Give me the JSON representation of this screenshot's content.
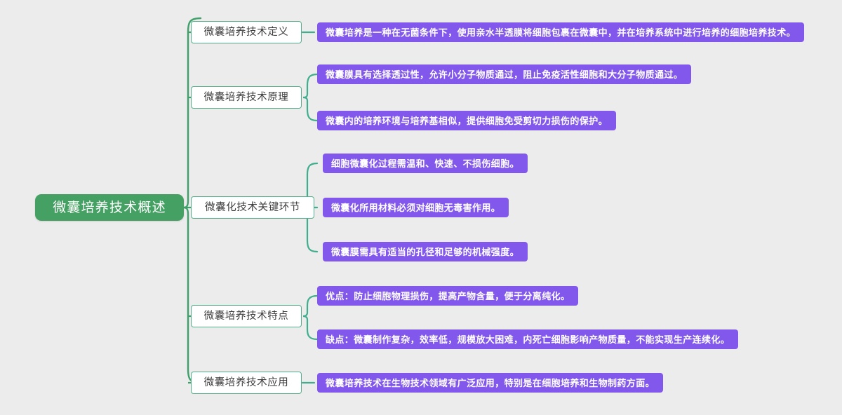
{
  "theme": {
    "background": "#ececec",
    "root_fill": "#45a163",
    "root_text": "#ffffff",
    "branch_fill": "#ffffff",
    "branch_border": "#53b08a",
    "branch_text": "#3c3c3c",
    "leaf_fill": "#8257ec",
    "leaf_text": "#ffffff",
    "connector": "#3ea06a",
    "sub_connector": "#3fae8e"
  },
  "mindmap": {
    "root": {
      "label": "微囊培养技术概述"
    },
    "branches": [
      {
        "label": "微囊培养技术定义",
        "leaves": [
          {
            "text": "微囊培养是一种在无菌条件下，使用亲水半透膜将细胞包裹在微囊中，并在培养系统中进行培养的细胞培养技术。"
          }
        ]
      },
      {
        "label": "微囊培养技术原理",
        "leaves": [
          {
            "text": "微囊膜具有选择透过性，允许小分子物质通过，阻止免疫活性细胞和大分子物质通过。"
          },
          {
            "text": "微囊内的培养环境与培养基相似，提供细胞免受剪切力损伤的保护。"
          }
        ]
      },
      {
        "label": "微囊化技术关键环节",
        "leaves": [
          {
            "text": "细胞微囊化过程需温和、快速、不损伤细胞。"
          },
          {
            "text": "微囊化所用材料必须对细胞无毒害作用。"
          },
          {
            "text": "微囊膜需具有适当的孔径和足够的机械强度。"
          }
        ]
      },
      {
        "label": "微囊培养技术特点",
        "leaves": [
          {
            "text": "优点：防止细胞物理损伤，提高产物含量，便于分离纯化。"
          },
          {
            "text": "缺点：微囊制作复杂，效率低，规模放大困难，内死亡细胞影响产物质量，不能实现生产连续化。"
          }
        ]
      },
      {
        "label": "微囊培养技术应用",
        "leaves": [
          {
            "text": "微囊培养技术在生物技术领域有广泛应用，特别是在细胞培养和生物制药方面。"
          }
        ]
      }
    ]
  }
}
